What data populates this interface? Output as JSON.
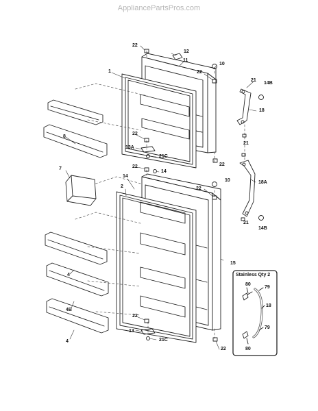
{
  "watermark": "AppliancePartsPros.com",
  "inset": {
    "title": "Stainless  Qty 2"
  },
  "labels": {
    "l22a": "22",
    "l12": "12",
    "l11": "11",
    "l1": "1",
    "l10a": "10",
    "l22b": "22",
    "l21a": "21",
    "l14Ba": "14B",
    "l18": "18",
    "l8": "8",
    "l22c": "22",
    "l21b": "21",
    "l13A": "13A",
    "l21Ca": "21C",
    "l22d": "22",
    "l22e": "22",
    "l14a": "14",
    "l7": "7",
    "l14b": "14",
    "l2": "2",
    "l18A": "18A",
    "l10b": "10",
    "l22f": "22",
    "l21c": "21",
    "l14Bb": "14B",
    "l15": "15",
    "l4a": "4",
    "l4B": "4B",
    "l4b": "4",
    "l22g": "22",
    "l13": "13",
    "l21Cb": "21C",
    "l22h": "22",
    "l80a": "80",
    "l79a": "79",
    "l18b": "18",
    "l79b": "79",
    "l80b": "80"
  }
}
